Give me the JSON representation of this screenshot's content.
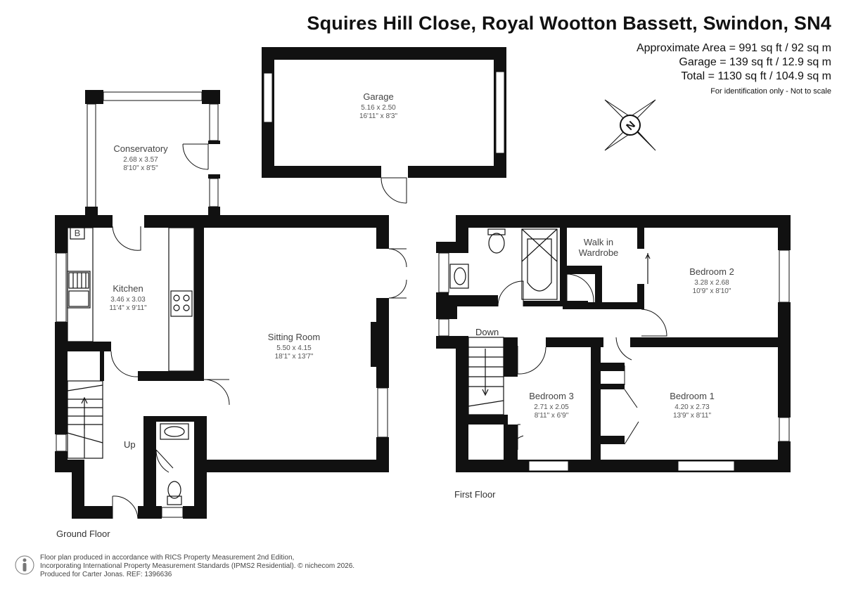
{
  "header": {
    "title": "Squires Hill Close, Royal Wootton Bassett, Swindon, SN4",
    "area_approx": "Approximate Area = 991 sq ft / 92 sq m",
    "area_garage": "Garage = 139 sq ft / 12.9 sq m",
    "area_total": "Total = 1130 sq ft / 104.9 sq m",
    "note": "For identification only - Not to scale"
  },
  "compass": {
    "label": "N"
  },
  "rooms": {
    "garage": {
      "name": "Garage",
      "metric": "5.16 x 2.50",
      "imperial": "16'11\" x 8'3\""
    },
    "conservatory": {
      "name": "Conservatory",
      "metric": "2.68 x 3.57",
      "imperial": "8'10\" x 8'5\""
    },
    "kitchen": {
      "name": "Kitchen",
      "metric": "3.46 x 3.03",
      "imperial": "11'4\" x 9'11\""
    },
    "sitting": {
      "name": "Sitting Room",
      "metric": "5.50 x 4.15",
      "imperial": "18'1\" x 13'7\""
    },
    "wardrobe": {
      "line1": "Walk in",
      "line2": "Wardrobe"
    },
    "bedroom2": {
      "name": "Bedroom 2",
      "metric": "3.28 x 2.68",
      "imperial": "10'9\" x 8'10\""
    },
    "bedroom3": {
      "name": "Bedroom 3",
      "metric": "2.71 x 2.05",
      "imperial": "8'11\" x 6'9\""
    },
    "bedroom1": {
      "name": "Bedroom 1",
      "metric": "4.20 x 2.73",
      "imperial": "13'9\" x 8'11\""
    }
  },
  "labels": {
    "boiler": "B",
    "up": "Up",
    "down": "Down",
    "ground_floor": "Ground Floor",
    "first_floor": "First Floor"
  },
  "footer": {
    "line1": "Floor plan produced in accordance with RICS Property Measurement 2nd Edition,",
    "line2": "Incorporating International Property Measurement Standards (IPMS2 Residential).  © nichecom 2026.",
    "line3": "Produced for Carter Jonas.   REF: 1396636"
  }
}
